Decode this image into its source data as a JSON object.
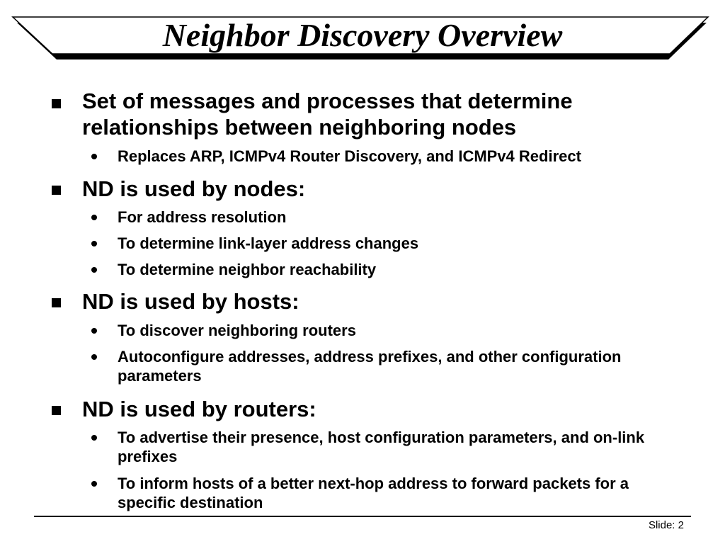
{
  "slide": {
    "title": "Neighbor Discovery Overview",
    "footer": {
      "slide_label": "Slide: 2"
    }
  },
  "bullets": [
    {
      "text": "Set of messages and processes that determine relationships between neighboring nodes",
      "sub": [
        "Replaces ARP, ICMPv4 Router Discovery, and ICMPv4 Redirect"
      ]
    },
    {
      "text": "ND is used by nodes:",
      "sub": [
        "For address resolution",
        "To determine link-layer address changes",
        "To determine neighbor reachability"
      ]
    },
    {
      "text": "ND is used by hosts:",
      "sub": [
        "To discover neighboring routers",
        "Autoconfigure addresses, address prefixes, and other configuration parameters"
      ]
    },
    {
      "text": "ND is used by routers:",
      "sub": [
        "To advertise their presence, host configuration parameters, and on-link prefixes",
        "To inform hosts of a better next-hop address to forward packets for a specific destination"
      ]
    }
  ]
}
